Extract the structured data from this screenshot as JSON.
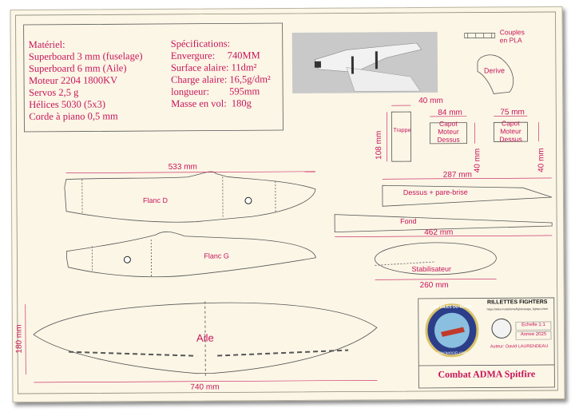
{
  "materials": {
    "heading": "Matériel:",
    "items": [
      "Superboard 3 mm (fuselage)",
      "Superboard 6 mm (Aile)",
      "Moteur 2204 1800KV",
      "Servos 2,5 g",
      "Hélices 5030 (5x3)",
      "Corde à piano 0,5 mm"
    ]
  },
  "specs": {
    "heading": "Spécifications:",
    "items": [
      "Envergure:     740MM",
      "Surface alaire: 11dm²",
      "Charge alaire: 16,5g/dm²",
      "longueur:        595mm",
      "Masse en vol:  180g"
    ]
  },
  "parts": {
    "couples": "Couples\nen PLA",
    "derive": "Derive",
    "trappe": "Trappe",
    "capot_dessus_1": "Capot\nMoteur\nDessus",
    "capot_dessus_2": "Capot\nMoteur\nDessus",
    "dessus_parebrise": "Dessus + pare-brise",
    "fond": "Fond",
    "stabilisateur": "Stabilisateur",
    "flanc_d": "Flanc D",
    "flanc_g": "Flanc G",
    "aile": "Aile"
  },
  "dimensions": {
    "d40a": "40 mm",
    "d84": "84 mm",
    "d75": "75 mm",
    "d108": "108 mm",
    "d40b": "40 mm",
    "d40c": "40 mm",
    "d533": "533 mm",
    "d287": "287 mm",
    "d462": "462 mm",
    "d260": "260 mm",
    "d180": "180 mm",
    "d740": "740 mm"
  },
  "title_block": {
    "club_name": "LES AILES DU MAINE",
    "club_sub": "AÉROMODÉLISME",
    "group": "RILLETTES FIGHTERS",
    "url": "https://ailes-modelisme/fighter/page_fighters.html",
    "scale": "Echelle 1:1",
    "year": "Annee 2025",
    "author": "Auteur: David LAURENDEAU",
    "plan_title": "Combat ADMA Spitfire"
  },
  "colors": {
    "ink": "#c8145a",
    "line": "#555555",
    "paper": "#fbf6e6"
  }
}
